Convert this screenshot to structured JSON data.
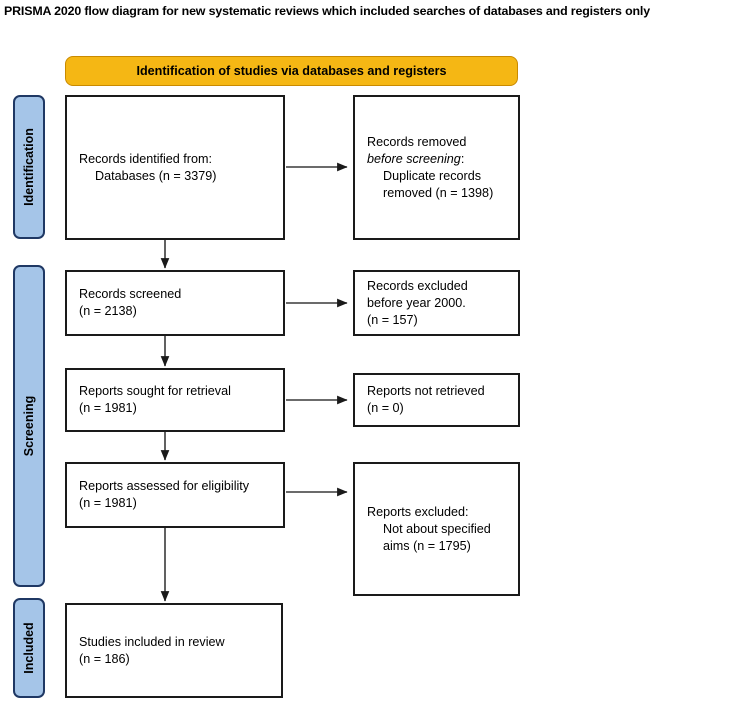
{
  "page": {
    "title": "PRISMA 2020 flow diagram for new systematic reviews which included searches of databases and registers only"
  },
  "header_bar": {
    "label": "Identification of studies via databases and registers",
    "fill_color": "#f5b714",
    "border_color": "#c98a00"
  },
  "stages": [
    {
      "id": "identification",
      "label": "Identification"
    },
    {
      "id": "screening",
      "label": "Screening"
    },
    {
      "id": "included",
      "label": "Included"
    }
  ],
  "stage_style": {
    "fill_color": "#a5c5e8",
    "border_color": "#1f3864"
  },
  "boxes": {
    "records_identified": {
      "line1": "Records identified from:",
      "line2": "Databases (n = 3379)"
    },
    "records_removed": {
      "line1": "Records removed",
      "line2_italic": "before screening",
      "line2_tail": ":",
      "line3": "Duplicate records",
      "line4": "removed (n = 1398)"
    },
    "records_screened": {
      "line1": "Records screened",
      "line2": "(n = 2138)"
    },
    "records_excluded": {
      "line1": "Records excluded",
      "line2": "before year 2000.",
      "line3": "(n = 157)"
    },
    "reports_sought": {
      "line1": "Reports sought for retrieval",
      "line2": "(n = 1981)"
    },
    "reports_not_retrieved": {
      "line1": "Reports not retrieved",
      "line2": "(n = 0)"
    },
    "reports_assessed": {
      "line1": "Reports assessed for eligibility",
      "line2": "(n = 1981)"
    },
    "reports_excluded": {
      "line1": "Reports excluded:",
      "line2": "Not about specified",
      "line3": "aims (n = 1795)"
    },
    "studies_included": {
      "line1": "Studies included in review",
      "line2": "(n = 186)"
    }
  },
  "chart_data": {
    "type": "diagram",
    "title": "PRISMA 2020 flow diagram for new systematic reviews which included searches of databases and registers only",
    "section_header": "Identification of studies via databases and registers",
    "stages": [
      "Identification",
      "Screening",
      "Included"
    ],
    "nodes": [
      {
        "id": "records_identified",
        "stage": "Identification",
        "text": "Records identified from: Databases (n = 3379)",
        "n": 3379
      },
      {
        "id": "records_removed",
        "stage": "Identification",
        "text": "Records removed before screening: Duplicate records removed (n = 1398)",
        "n": 1398
      },
      {
        "id": "records_screened",
        "stage": "Screening",
        "text": "Records screened (n = 2138)",
        "n": 2138
      },
      {
        "id": "records_excluded",
        "stage": "Screening",
        "text": "Records excluded before year 2000. (n = 157)",
        "n": 157
      },
      {
        "id": "reports_sought",
        "stage": "Screening",
        "text": "Reports sought for retrieval (n = 1981)",
        "n": 1981
      },
      {
        "id": "reports_not_retrieved",
        "stage": "Screening",
        "text": "Reports not retrieved (n = 0)",
        "n": 0
      },
      {
        "id": "reports_assessed",
        "stage": "Screening",
        "text": "Reports assessed for eligibility (n = 1981)",
        "n": 1981
      },
      {
        "id": "reports_excluded",
        "stage": "Screening",
        "text": "Reports excluded: Not about specified aims (n = 1795)",
        "n": 1795
      },
      {
        "id": "studies_included",
        "stage": "Included",
        "text": "Studies included in review (n = 186)",
        "n": 186
      }
    ],
    "edges": [
      {
        "from": "records_identified",
        "to": "records_removed",
        "direction": "right"
      },
      {
        "from": "records_identified",
        "to": "records_screened",
        "direction": "down"
      },
      {
        "from": "records_screened",
        "to": "records_excluded",
        "direction": "right"
      },
      {
        "from": "records_screened",
        "to": "reports_sought",
        "direction": "down"
      },
      {
        "from": "reports_sought",
        "to": "reports_not_retrieved",
        "direction": "right"
      },
      {
        "from": "reports_sought",
        "to": "reports_assessed",
        "direction": "down"
      },
      {
        "from": "reports_assessed",
        "to": "reports_excluded",
        "direction": "right"
      },
      {
        "from": "reports_assessed",
        "to": "studies_included",
        "direction": "down"
      }
    ]
  }
}
